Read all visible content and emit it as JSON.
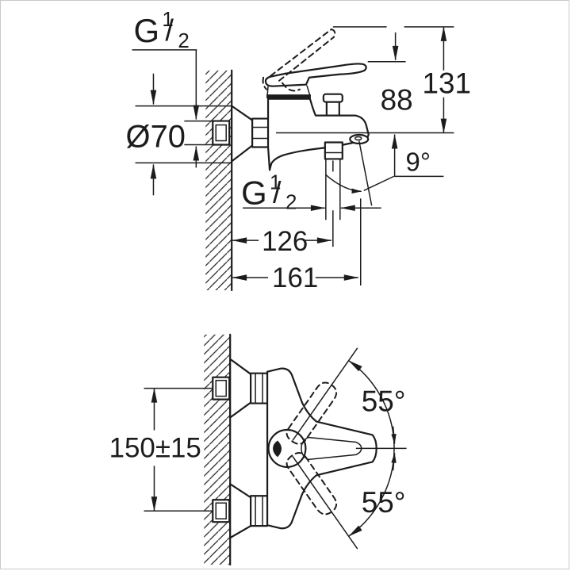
{
  "image": {
    "background": "#ffffff",
    "line_color": "#1c1c1c",
    "frame_color": "#c9c9c9"
  },
  "top_view": {
    "wall_thread_label": {
      "text": "G 1/2",
      "g": "G",
      "num": "1",
      "slash": "/",
      "den": "2"
    },
    "escutcheon_diameter": "Ø70",
    "overall_height": "131",
    "spout_to_handle_top": "88",
    "spout_angle": "9°",
    "shower_thread_label": {
      "text": "G 1/2",
      "g": "G",
      "num": "1",
      "slash": "/",
      "den": "2"
    },
    "wall_to_shower_outlet": "126",
    "wall_to_spout_tip": "161"
  },
  "front_view": {
    "connection_center_distance": "150±15",
    "handle_swing_up": "55°",
    "handle_swing_down": "55°"
  }
}
